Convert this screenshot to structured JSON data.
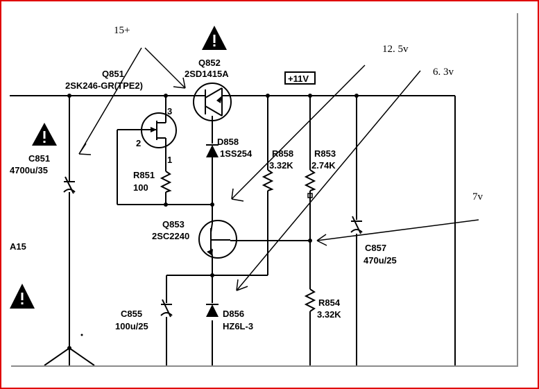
{
  "window": {
    "frame_color": "#e00000",
    "viewer_background": "#c4c4c4",
    "canvas_background": "#ffffff"
  },
  "annotations": {
    "a15": "15+",
    "a125": "12. 5v",
    "a63": "6. 3v",
    "a7": "7v"
  },
  "components": {
    "q851_ref": "Q851",
    "q851_part": "2SK246-GR(TPE2)",
    "q852_ref": "Q852",
    "q852_part": "2SD1415A",
    "rail_label": "+11V",
    "c851_ref": "C851",
    "c851_val": "4700u/35",
    "d858_ref": "D858",
    "d858_part": "1SS254",
    "r858_ref": "R858",
    "r858_val": "3.32K",
    "r853_ref": "R853",
    "r853_val": "2.74K",
    "r851_ref": "R851",
    "r851_val": "100",
    "q853_ref": "Q853",
    "q853_part": "2SC2240",
    "c857_ref": "C857",
    "c857_val": "470u/25",
    "c855_ref": "C855",
    "c855_val": "100u/25",
    "d856_ref": "D856",
    "d856_part": "HZ6L-3",
    "r854_ref": "R854",
    "r854_val": "3.32K",
    "left_fragment": "A15",
    "pin2": "2",
    "pin3": "3",
    "pin1": "1"
  },
  "icons": [
    "warning-triangle-icon"
  ]
}
